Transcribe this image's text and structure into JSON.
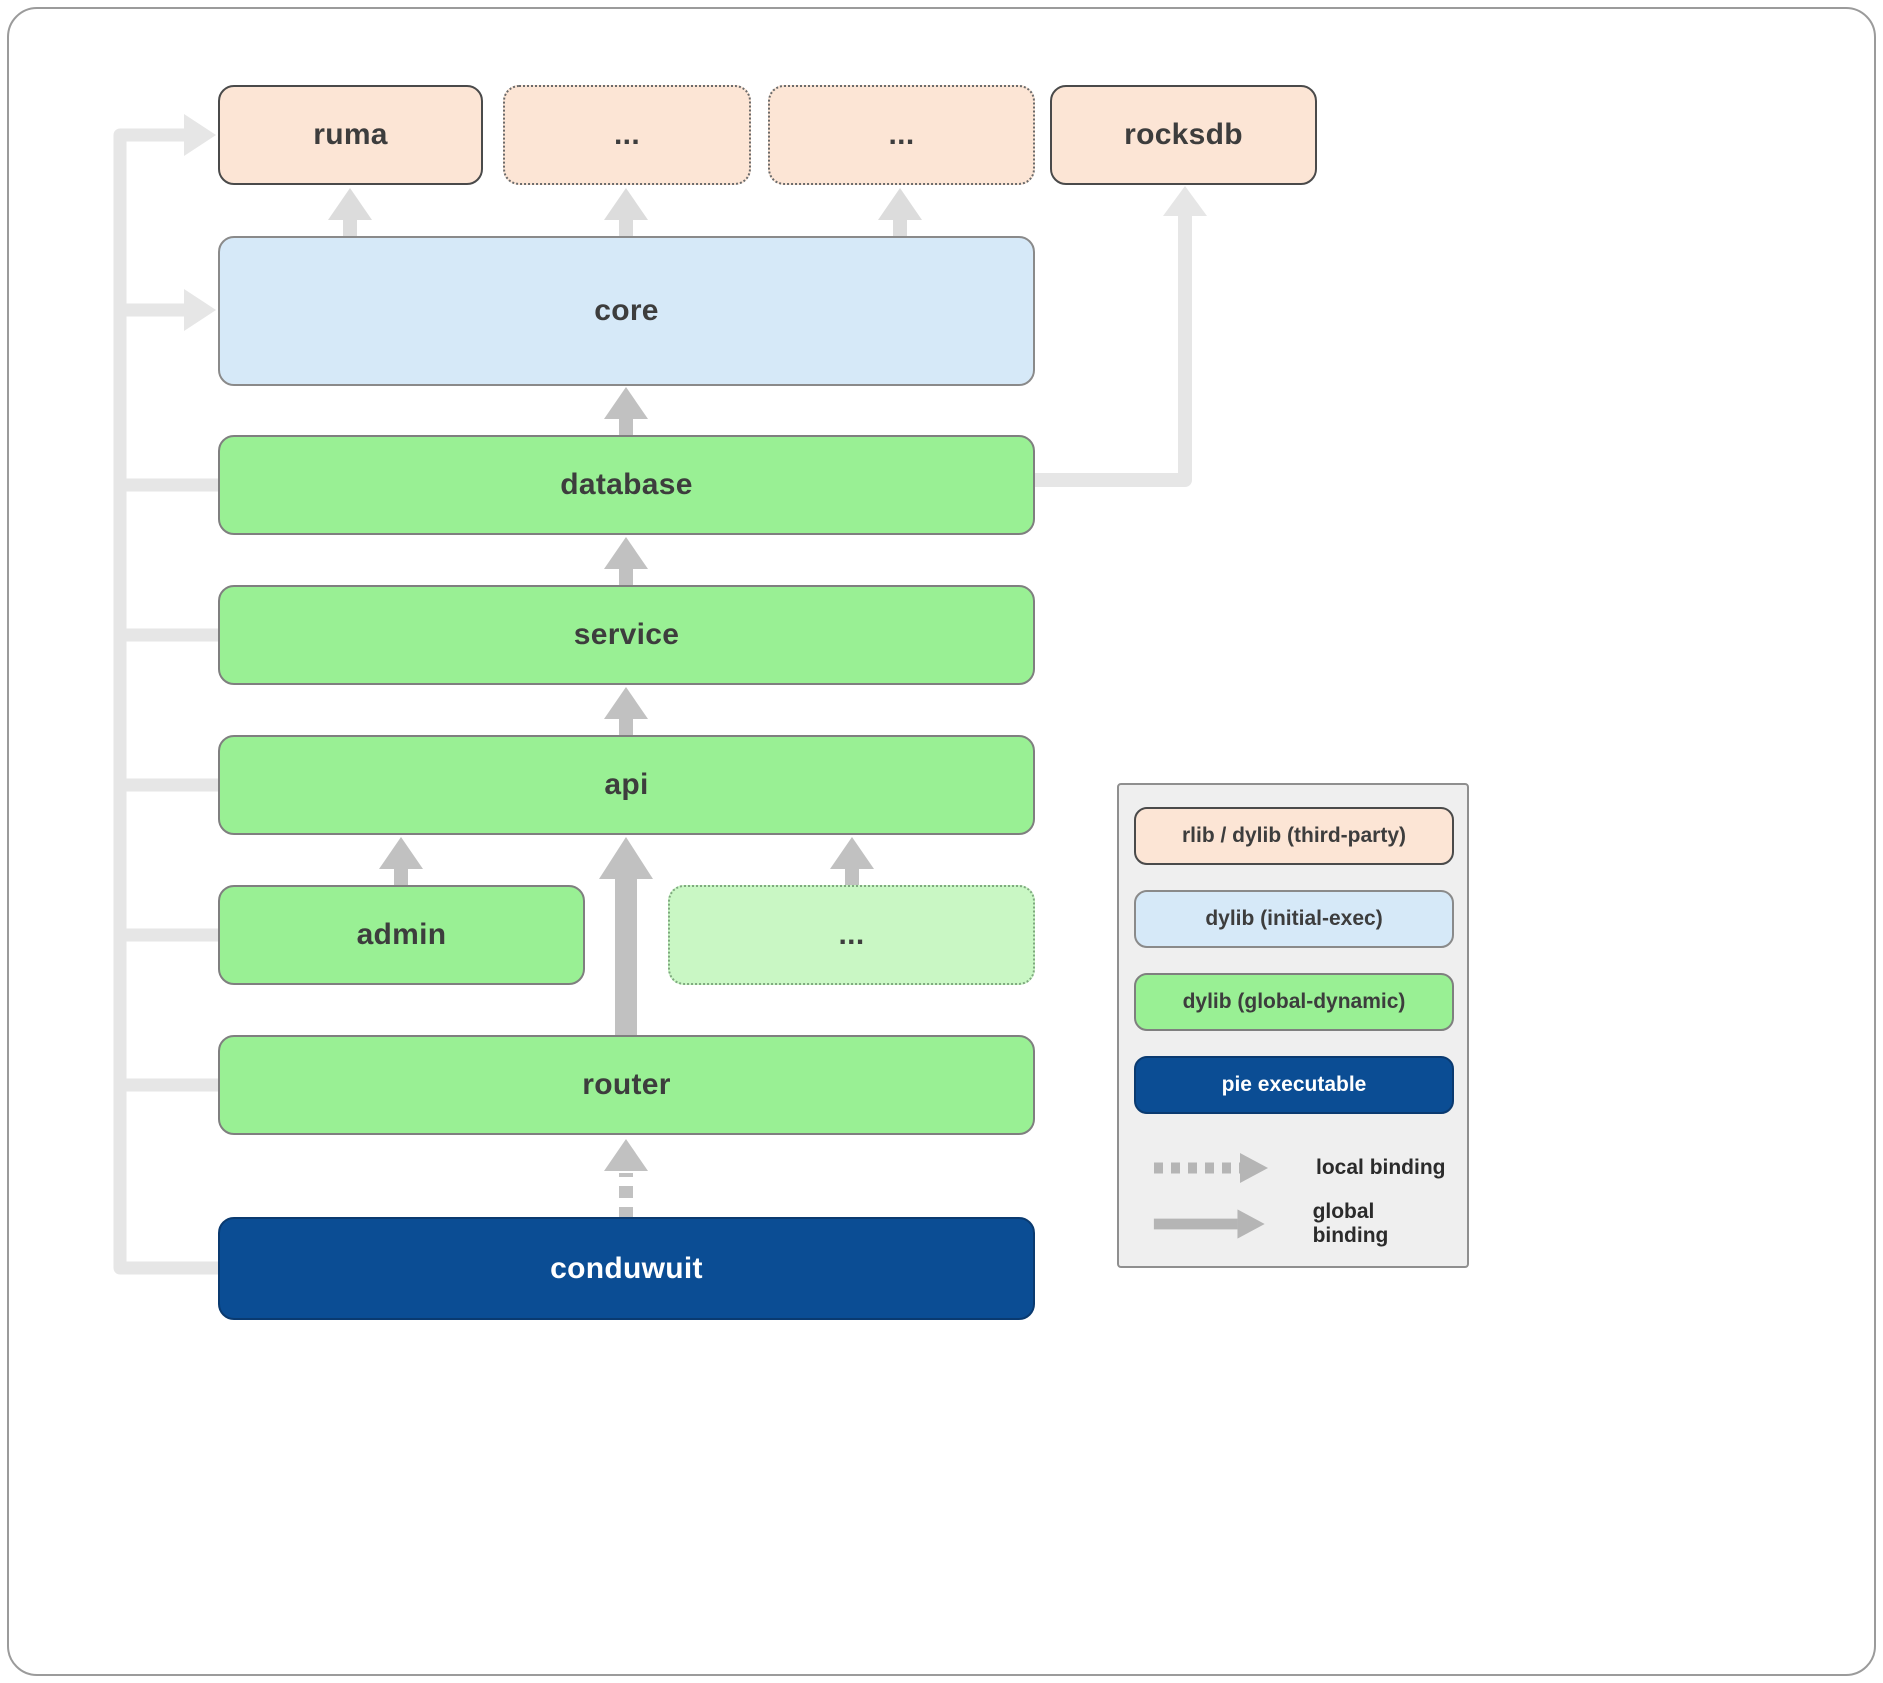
{
  "diagram": {
    "nodes": {
      "ruma": {
        "label": "ruma"
      },
      "third_party_more_1": {
        "label": "..."
      },
      "third_party_more_2": {
        "label": "..."
      },
      "rocksdb": {
        "label": "rocksdb"
      },
      "core": {
        "label": "core"
      },
      "database": {
        "label": "database"
      },
      "service": {
        "label": "service"
      },
      "api": {
        "label": "api"
      },
      "admin": {
        "label": "admin"
      },
      "api_more": {
        "label": "..."
      },
      "router": {
        "label": "router"
      },
      "conduwuit": {
        "label": "conduwuit"
      }
    },
    "legend": {
      "items": [
        {
          "label": "rlib / dylib (third-party)"
        },
        {
          "label": "dylib (initial-exec)"
        },
        {
          "label": "dylib (global-dynamic)"
        },
        {
          "label": "pie executable"
        }
      ],
      "local_binding_label": "local binding",
      "global_binding_label": "global binding"
    },
    "colors": {
      "third_party": "#fce5d5",
      "initial_exec": "#d6e9f8",
      "global_dynamic": "#99f094",
      "global_dynamic_faded": "#c9f7c4",
      "pie_executable": "#0b4d94",
      "arrow_strong": "#c1c1c1",
      "arrow_soft": "#dcdcdc",
      "arrow_faint": "#e6e6e6"
    }
  }
}
